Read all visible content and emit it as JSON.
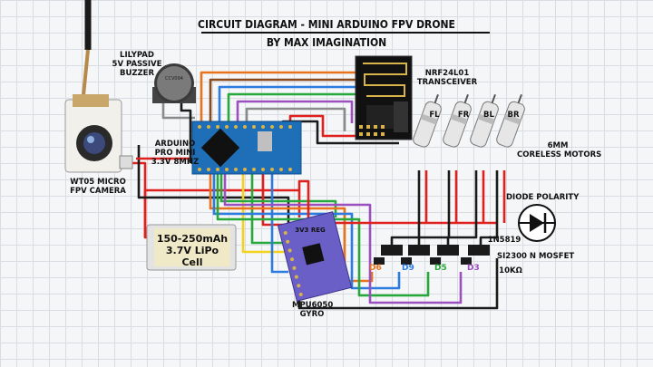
{
  "header": {
    "title": "CIRCUIT DIAGRAM - MINI ARDUINO FPV DRONE",
    "subtitle": "BY MAX IMAGINATION"
  },
  "components": {
    "buzzer": {
      "line1": "LILYPAD",
      "line2": "5V PASSIVE",
      "line3": "BUZZER"
    },
    "camera": {
      "line1": "WT05 MICRO",
      "line2": "FPV CAMERA"
    },
    "arduino": {
      "line1": "ARDUINO",
      "line2": "PRO MINI",
      "line3": "3.3V 8MHZ"
    },
    "nrf": {
      "line1": "NRF24L01",
      "line2": "TRANSCEIVER"
    },
    "motors": {
      "labels": [
        "FL",
        "FR",
        "BL",
        "BR"
      ],
      "line1": "6MM",
      "line2": "CORELESS MOTORS"
    },
    "diode": {
      "label": "DIODE POLARITY",
      "part": "1N5819"
    },
    "mosfet": {
      "part": "SI2300 N MOSFET",
      "resistor": "10KΩ"
    },
    "battery": {
      "line1": "150-250mAh",
      "line2": "3.7V LiPo Cell"
    },
    "mpu": {
      "line1": "MPU6050",
      "line2": "GYRO",
      "regulator": "3V3 REG"
    },
    "pins": [
      {
        "label": "D6",
        "color": "#e8731c"
      },
      {
        "label": "D9",
        "color": "#2c7be0"
      },
      {
        "label": "D5",
        "color": "#27a83a"
      },
      {
        "label": "D3",
        "color": "#9c4fbf"
      }
    ]
  },
  "wire_colors": {
    "red": "#e0201c",
    "black": "#1a1a1a",
    "orange": "#e8731c",
    "blue": "#2c7be0",
    "green": "#27a83a",
    "purple": "#9c4fbf",
    "brown": "#8b4a1c",
    "yellow": "#f2d21e",
    "gray": "#8a8a8a"
  }
}
